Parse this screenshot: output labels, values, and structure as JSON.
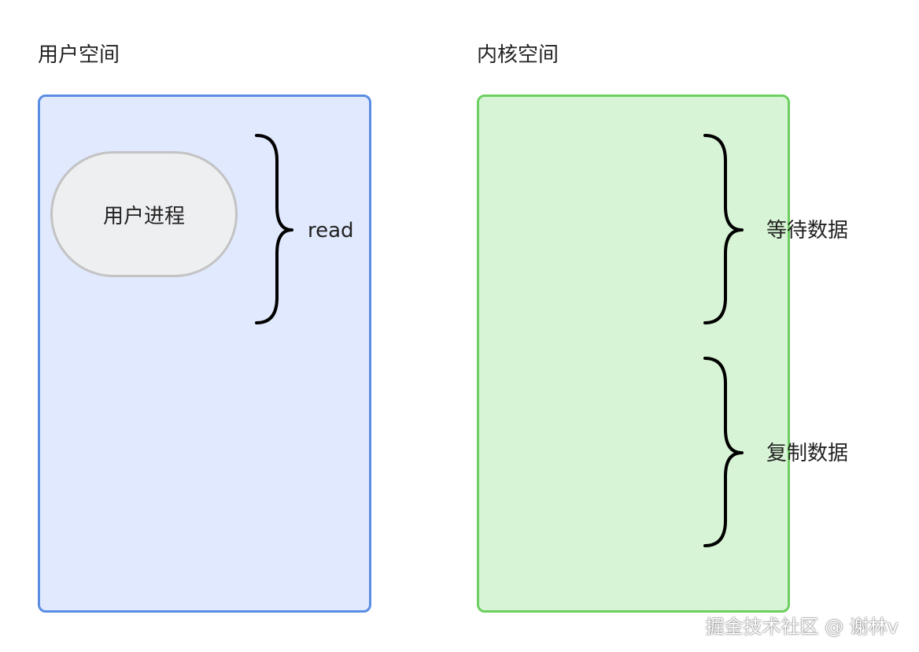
{
  "colors": {
    "user_border": "#5b8de3",
    "user_fill": "#e0e9fd",
    "kernel_border": "#6ccf5f",
    "kernel_fill": "#d8f4d6",
    "brace": "#000000"
  },
  "user_space": {
    "title": "用户空间",
    "process_label": "用户进程",
    "brace_label": "read"
  },
  "kernel_space": {
    "title": "内核空间",
    "brace_wait_label": "等待数据",
    "brace_copy_label": "复制数据"
  },
  "watermark": "掘金技术社区 @ 谢林v"
}
